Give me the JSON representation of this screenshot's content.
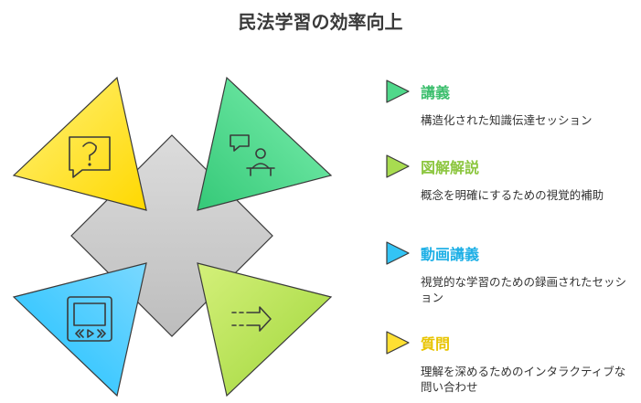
{
  "title": "民法学習の効率向上",
  "items": [
    {
      "label": "講義",
      "description": "構造化された知識伝達セッション",
      "color": "#3dbf6e",
      "fill": "#4fd88a",
      "icon": "lecturer-icon"
    },
    {
      "label": "図解解説",
      "description": "概念を明確にするための視覚的補助",
      "color": "#8cc63f",
      "fill": "#a8dc50",
      "icon": "arrow-right-icon"
    },
    {
      "label": "動画講義",
      "description": "視覚的な学習のための録画されたセッション",
      "color": "#1fb0e6",
      "fill": "#33c4f5",
      "icon": "video-player-icon"
    },
    {
      "label": "質問",
      "description": "理解を深めるためのインタラクティブな問い合わせ",
      "color": "#e8c400",
      "fill": "#ffe033",
      "icon": "question-bubble-icon"
    }
  ]
}
